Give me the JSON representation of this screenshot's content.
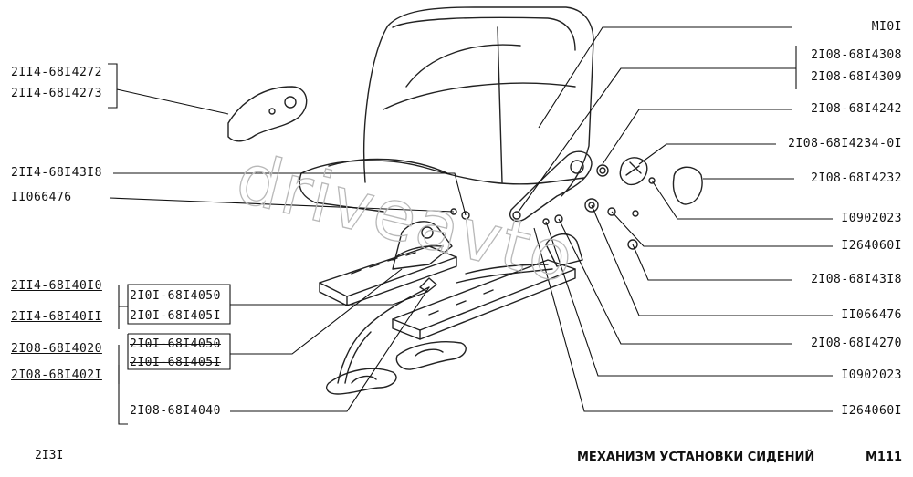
{
  "labels_left": {
    "l1": "2II4-68I4272",
    "l2": "2II4-68I4273",
    "l3": "2II4-68I43I8",
    "l4": "II066476",
    "l5": "2II4-68I40I0",
    "l6": "2II4-68I40II",
    "l7": "2I08-68I4020",
    "l8": "2I08-68I402I"
  },
  "labels_mid": {
    "m1": "2I0I-68I4050",
    "m2": "2I0I-68I405I",
    "m3": "2I0I-68I4050",
    "m4": "2I0I-68I405I",
    "m5": "2I08-68I4040"
  },
  "labels_right": {
    "r1": "MI0I",
    "r2": "2I08-68I4308",
    "r3": "2I08-68I4309",
    "r4": "2I08-68I4242",
    "r5": "2I08-68I4234-0I",
    "r6": "2I08-68I4232",
    "r7": "I0902023",
    "r8": "I264060I",
    "r9": "2I08-68I43I8",
    "r10": "II066476",
    "r11": "2I08-68I4270",
    "r12": "I0902023",
    "r13": "I264060I"
  },
  "footer": {
    "model": "2I3I",
    "title": "МЕХАНИЗМ УСТАНОВКИ СИДЕНИЙ",
    "code": "M111"
  },
  "watermark": "driveavto"
}
